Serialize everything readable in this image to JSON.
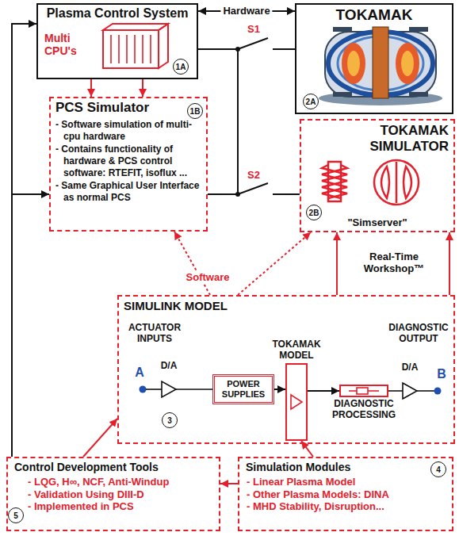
{
  "diagram": {
    "nodes": [
      {
        "text": [
          "Plasma Control System",
          "Multi CPU's"
        ]
      },
      {
        "text": [
          "TOKAMAK"
        ]
      },
      {
        "text": [
          "PCS Simulator",
          "- Software simulation of multi-cpu hardware",
          "- Contains functionality of hardware & PCS control software: RTEFIT, isoflux ...",
          "- Same Graphical User Interface as normal PCS"
        ]
      },
      {
        "text": [
          "TOKAMAK SIMULATOR",
          "\"Simserver\""
        ]
      },
      {
        "text": [
          "SIMULINK MODEL"
        ]
      },
      {
        "text": [
          "POWER SUPPLIES"
        ],
        "in": 4
      },
      {
        "text": [
          "TOKAMAK MODEL"
        ],
        "in": 4
      },
      {
        "text": [
          "DIAGNOSTIC PROCESSING"
        ],
        "in": 4
      },
      {
        "text": [
          "Control Development Tools",
          "- LQG, H∞, NCF, Anti-Windup",
          "- Validation Using DIII-D",
          "- Implemented in PCS"
        ]
      },
      {
        "text": [
          "Simulation Modules",
          "- Linear Plasma Model",
          "- Other Plasma Models: DINA",
          "- MHD Stability, Disruption..."
        ]
      }
    ],
    "edges": [
      {
        "from": 0,
        "to": 1,
        "label": "Hardware",
        "arrow": "both"
      },
      {
        "from": 0,
        "to": 1,
        "label": "S1",
        "arrow": "none"
      },
      {
        "from": 0,
        "to": 2,
        "arrow": "to"
      },
      {
        "from": 0,
        "to": 2,
        "arrow": "to"
      },
      {
        "from": 2,
        "to": 3,
        "label": "S2",
        "arrow": "none"
      },
      {
        "from": 4,
        "to": 2,
        "label": "Software",
        "arrow": "to"
      },
      {
        "from": 4,
        "to": 3,
        "arrow": "to"
      },
      {
        "from": 4,
        "to": 3,
        "label": "Real-Time Workshop™",
        "arrow": "to"
      },
      {
        "from": 4,
        "to": 3,
        "arrow": "to"
      },
      {
        "from": 5,
        "to": 6,
        "arrow": "to"
      },
      {
        "from": 6,
        "to": 7,
        "arrow": "to"
      },
      {
        "from": 8,
        "to": 4,
        "arrow": "to"
      },
      {
        "from": 9,
        "to": 6,
        "arrow": "to"
      },
      {
        "from": 9,
        "to": 8,
        "arrow": "to"
      },
      {
        "from": 8,
        "to": 0,
        "arrow": "to"
      },
      {
        "from": 8,
        "to": 2,
        "arrow": "to"
      }
    ],
    "labels": [
      "1A",
      "2A",
      "1B",
      "2B",
      "ACTUATOR INPUTS",
      "D/A",
      "A",
      "DIAGNOSTIC OUTPUT",
      "D/A",
      "B",
      "3",
      "4",
      "5"
    ]
  }
}
